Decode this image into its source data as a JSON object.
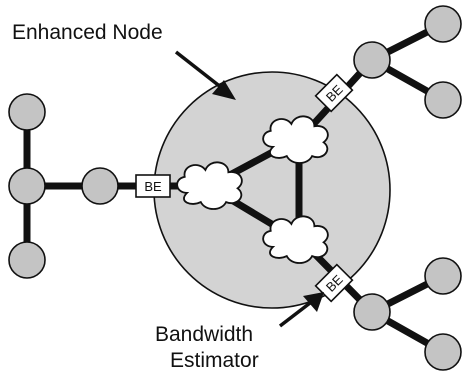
{
  "labels": {
    "enhanced_node": "Enhanced Node",
    "bandwidth": "Bandwidth",
    "estimator": "Estimator"
  },
  "be_labels": {
    "left": "BE",
    "top_right": "BE",
    "bottom_right": "BE"
  },
  "colors": {
    "enhanced_node_fill": "#d3d3d3",
    "node_fill": "#c4c4c4",
    "stroke": "#111111",
    "cloud_fill": "#ffffff"
  },
  "icons": {
    "node": "circle-node-icon",
    "cloud": "cloud-icon",
    "bandwidth_estimator": "be-box-icon"
  }
}
